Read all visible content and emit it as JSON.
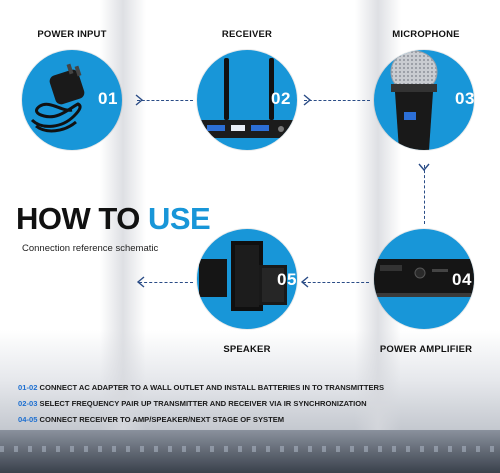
{
  "steps": [
    {
      "label": "POWER INPUT",
      "number": "01",
      "icon": "power-adapter-icon"
    },
    {
      "label": "RECEIVER",
      "number": "02",
      "icon": "receiver-icon"
    },
    {
      "label": "MICROPHONE",
      "number": "03",
      "icon": "microphone-icon"
    },
    {
      "label": "POWER AMPLIFIER",
      "number": "04",
      "icon": "amplifier-icon"
    },
    {
      "label": "SPEAKER",
      "number": "05",
      "icon": "speaker-icon"
    }
  ],
  "title": {
    "part1": "HOW TO ",
    "part2": "USE"
  },
  "subtitle": "Connection reference schematic",
  "instructions": [
    {
      "code": "01-02",
      "text": " CONNECT AC ADAPTER TO A WALL OUTLET AND INSTALL BATTERIES IN TO TRANSMITTERS"
    },
    {
      "code": "02-03",
      "text": " SELECT FREQUENCY PAIR UP TRANSMITTER AND RECEIVER VIA IR SYNCHRONIZATION"
    },
    {
      "code": "04-05",
      "text": " CONNECT RECEIVER TO AMP/SPEAKER/NEXT STAGE OF SYSTEM"
    }
  ],
  "colors": {
    "accent": "#1896d8",
    "code": "#1d6fd0",
    "connector": "#2a4c86"
  }
}
